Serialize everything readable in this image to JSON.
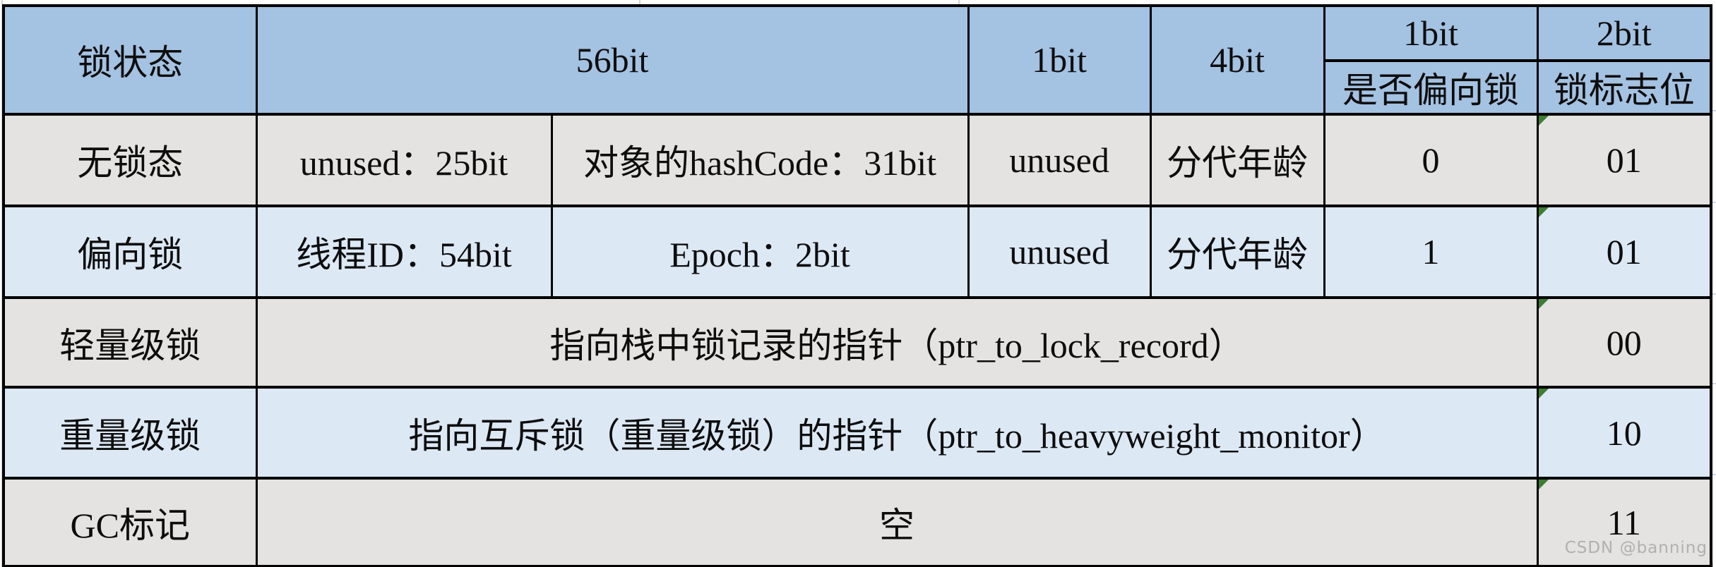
{
  "colors": {
    "header_bg": "#a4c2e2",
    "row_grey": "#e4e3e2",
    "row_blue": "#dde8f5",
    "border": "#000000",
    "triangle_green": "#3e7d32",
    "watermark_grey": "#b0b0b0"
  },
  "table": {
    "header": {
      "col_lock_state": "锁状态",
      "col_56bit": "56bit",
      "col_1bit": "1bit",
      "col_4bit": "4bit",
      "col_biased_bits": "1bit",
      "col_biased_label": "是否偏向锁",
      "col_flag_bits": "2bit",
      "col_flag_label": "锁标志位"
    },
    "rows": [
      {
        "state": "无锁态",
        "field1": "unused：25bit",
        "field2": "对象的hashCode：31bit",
        "unused": "unused",
        "age": "分代年龄",
        "biased": "0",
        "flag": "01"
      },
      {
        "state": "偏向锁",
        "field1": "线程ID：54bit",
        "field2": "Epoch：2bit",
        "unused": "unused",
        "age": "分代年龄",
        "biased": "1",
        "flag": "01"
      },
      {
        "state": "轻量级锁",
        "pointer": "指向栈中锁记录的指针（ptr_to_lock_record）",
        "flag": "00"
      },
      {
        "state": "重量级锁",
        "pointer": "指向互斥锁（重量级锁）的指针（ptr_to_heavyweight_monitor）",
        "flag": "10"
      },
      {
        "state": "GC标记",
        "pointer": "空",
        "flag": "11"
      }
    ]
  },
  "watermark": "CSDN @banning",
  "chart_data": {
    "type": "table",
    "title": "Java对象头 Mark Word 锁状态位布局",
    "columns": [
      "锁状态",
      "56bit",
      "1bit",
      "4bit",
      "1bit（是否偏向锁）",
      "2bit（锁标志位）"
    ],
    "rows": [
      [
        "无锁态",
        "unused：25bit ｜ 对象的hashCode：31bit",
        "unused",
        "分代年龄",
        "0",
        "01"
      ],
      [
        "偏向锁",
        "线程ID：54bit ｜ Epoch：2bit",
        "unused",
        "分代年龄",
        "1",
        "01"
      ],
      [
        "轻量级锁",
        "指向栈中锁记录的指针（ptr_to_lock_record）",
        "",
        "",
        "",
        "00"
      ],
      [
        "重量级锁",
        "指向互斥锁（重量级锁）的指针（ptr_to_heavyweight_monitor）",
        "",
        "",
        "",
        "10"
      ],
      [
        "GC标记",
        "空",
        "",
        "",
        "",
        "11"
      ]
    ],
    "layout_hints": {
      "merged_cells": "rows 轻量级锁/重量级锁/GC标记 span the 56bit+1bit+4bit+1bit columns",
      "header_bg": "#a4c2e2",
      "alternating_row_colors": [
        "#e4e3e2",
        "#dde8f5"
      ],
      "corner_markers": "green triangles on every 锁标志位 value cell"
    }
  }
}
